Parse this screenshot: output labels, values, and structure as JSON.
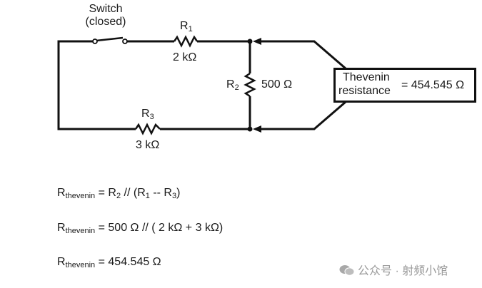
{
  "diagram": {
    "switch": {
      "label_line1": "Switch",
      "label_line2": "(closed)"
    },
    "r1": {
      "name": "R",
      "sub": "1",
      "value": "2 kΩ"
    },
    "r2": {
      "name": "R",
      "sub": "2",
      "value": "500 Ω"
    },
    "r3": {
      "name": "R",
      "sub": "3",
      "value": "3 kΩ"
    },
    "thevenin_box": {
      "line1": "Thevenin",
      "line2": "resistance",
      "value": "= 454.545 Ω"
    }
  },
  "equations": [
    {
      "lhs": "R",
      "lhs_sub": "thevenin",
      "rhs_parts": [
        "= R",
        "2",
        " // (R",
        "1",
        " -- R",
        "3",
        ")"
      ]
    },
    {
      "lhs": "R",
      "lhs_sub": "thevenin",
      "rhs": "= 500 Ω // ( 2 kΩ + 3 kΩ)"
    },
    {
      "lhs": "R",
      "lhs_sub": "thevenin",
      "rhs": "= 454.545 Ω"
    }
  ],
  "watermark": {
    "text": "公众号 · 射频小馆",
    "icon": "wechat-icon"
  }
}
